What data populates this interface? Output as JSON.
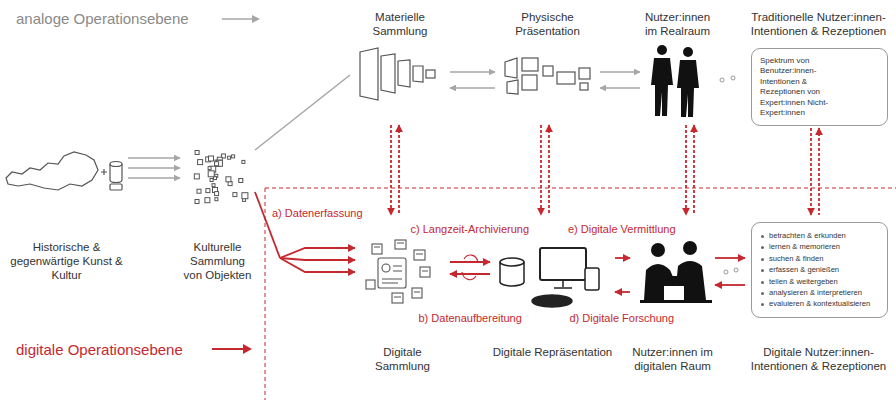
{
  "diagram": {
    "nodes": [
      {
        "text": [
          "Historische & gegenwärtige Kunst & Kultur"
        ]
      },
      {
        "text": [
          "Kulturelle Sammlung von Objekten"
        ]
      },
      {
        "text": [
          "Materielle Sammlung"
        ]
      },
      {
        "text": [
          "Physische Präsentation"
        ]
      },
      {
        "text": [
          "Nutzer:innen im Realraum"
        ]
      },
      {
        "text": [
          "Traditionelle Nutzer:innen-Intentionen & Rezeptionen",
          "Spektrum von Benutzer:innen-Intentionen & Rezeptionen von Expert:innen Nicht-Expert:innen"
        ]
      },
      {
        "text": [
          "Digitale Sammlung"
        ]
      },
      {
        "text": [
          "Digitale Repräsentation"
        ]
      },
      {
        "text": [
          "Nutzer:innen im digitalen Raum"
        ]
      },
      {
        "text": [
          "Digitale Nutzer:innen-Intentionen & Rezeptionen",
          "betrachten & erkunden",
          "lernen & memorieren",
          "suchen & finden",
          "erfassen & genießen",
          "teilen & weitergeben",
          "analysieren & interpretieren",
          "evaluieren & kontextualisieren"
        ]
      }
    ],
    "edges": [
      {
        "from": 0,
        "to": 1,
        "arrow": "to"
      },
      {
        "from": 1,
        "to": 2,
        "arrow": "none"
      },
      {
        "from": 1,
        "to": 6,
        "arrow": "to",
        "label": "a) Datenerfassung"
      },
      {
        "from": 2,
        "to": 3,
        "arrow": "both"
      },
      {
        "from": 3,
        "to": 4,
        "arrow": "both"
      },
      {
        "from": 2,
        "to": 6,
        "arrow": "both"
      },
      {
        "from": 3,
        "to": 7,
        "arrow": "both"
      },
      {
        "from": 4,
        "to": 8,
        "arrow": "both"
      },
      {
        "from": 5,
        "to": 9,
        "arrow": "both"
      },
      {
        "from": 6,
        "to": 7,
        "arrow": "both",
        "label": "c) Langzeit-Archivierung"
      },
      {
        "from": 7,
        "to": 8,
        "arrow": "both",
        "label": "e) Digitale Vermittlung"
      },
      {
        "from": 8,
        "to": 9,
        "arrow": "both"
      }
    ],
    "labels": [
      "analoge Operationsebene",
      "b) Datenaufbereitung",
      "d) Digitale Forschung",
      "digitale Operationsebene"
    ]
  }
}
